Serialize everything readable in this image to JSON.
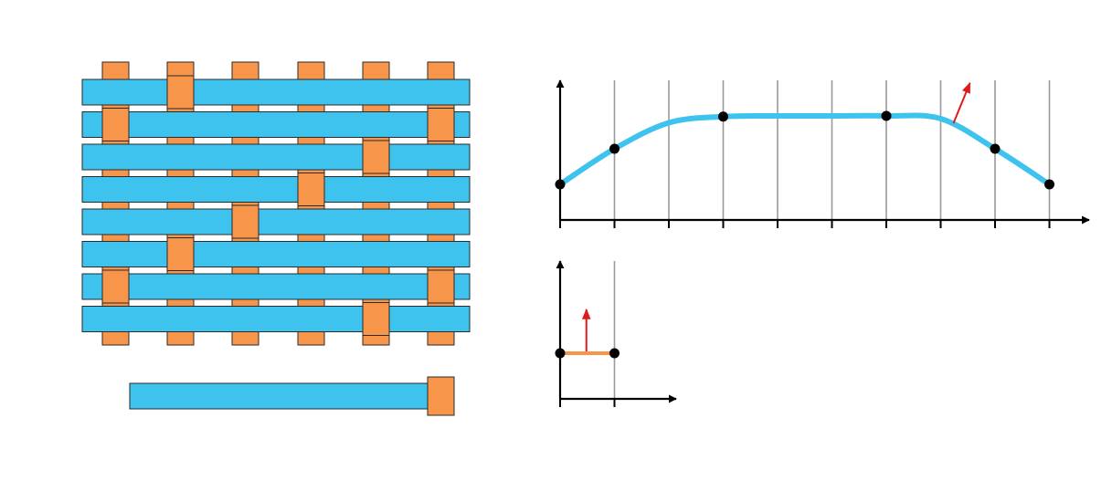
{
  "colors": {
    "weft": "#3dc3ee",
    "warp": "#f7964a",
    "outline": "#2a2a2a",
    "curve": "#3dc3ee",
    "segment": "#f7964a",
    "arrow": "#e01a1a",
    "axis": "#000000",
    "gridline": "#9a9a9a",
    "dot": "#000000"
  },
  "weave": {
    "columns": 6,
    "rows": 8,
    "warp_on_top": [
      [
        1
      ],
      [
        0,
        5
      ],
      [
        4
      ],
      [
        3
      ],
      [
        2
      ],
      [
        1
      ],
      [
        0,
        5
      ],
      [
        4
      ]
    ]
  },
  "single_strand": {
    "warp_on_top_end": true
  },
  "main_plot": {
    "x_ticks": 10,
    "gridlines": 10,
    "curve": [
      [
        0,
        0.0
      ],
      [
        1,
        0.52
      ],
      [
        2,
        0.9
      ],
      [
        3,
        0.99
      ],
      [
        4,
        1.0
      ],
      [
        5,
        1.0
      ],
      [
        6,
        1.0
      ],
      [
        7,
        0.96
      ],
      [
        8,
        0.52
      ],
      [
        9,
        0.0
      ]
    ],
    "highlight_points": [
      0,
      1,
      3,
      6,
      8,
      9
    ],
    "arrow_at": 7
  },
  "small_plot": {
    "x_ticks": 2,
    "gridlines": 2,
    "segment": [
      [
        0,
        0
      ],
      [
        1,
        0
      ]
    ],
    "highlight_points": [
      0,
      1
    ],
    "arrow_at": 0.5
  }
}
